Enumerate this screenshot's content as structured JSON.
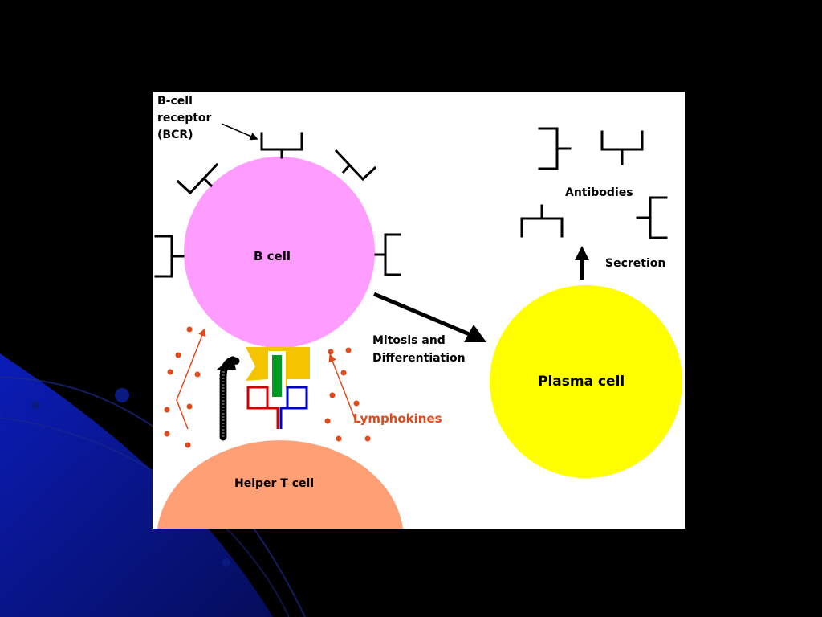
{
  "labels": {
    "bcr_line1": "B-cell",
    "bcr_line2": "receptor",
    "bcr_line3": "(BCR)",
    "b_cell": "B cell",
    "helper_t_cell": "Helper T cell",
    "plasma_cell": "Plasma cell",
    "antibodies": "Antibodies",
    "secretion": "Secretion",
    "mitosis_line1": "Mitosis and",
    "mitosis_line2": "Differentiation",
    "lymphokines": "Lymphokines"
  },
  "colors": {
    "background": "#000000",
    "panel": "#ffffff",
    "b_cell": "#ff9cff",
    "helper_t_cell": "#ff9f75",
    "plasma_cell": "#ffff00",
    "lymphokine": "#e04a1a",
    "antigen_gold": "#f5c400",
    "antigen_green": "#009b22",
    "mhc_red": "#d10000",
    "tcr_blue": "#0000cc",
    "decor_blue": "#0a1aa8"
  }
}
